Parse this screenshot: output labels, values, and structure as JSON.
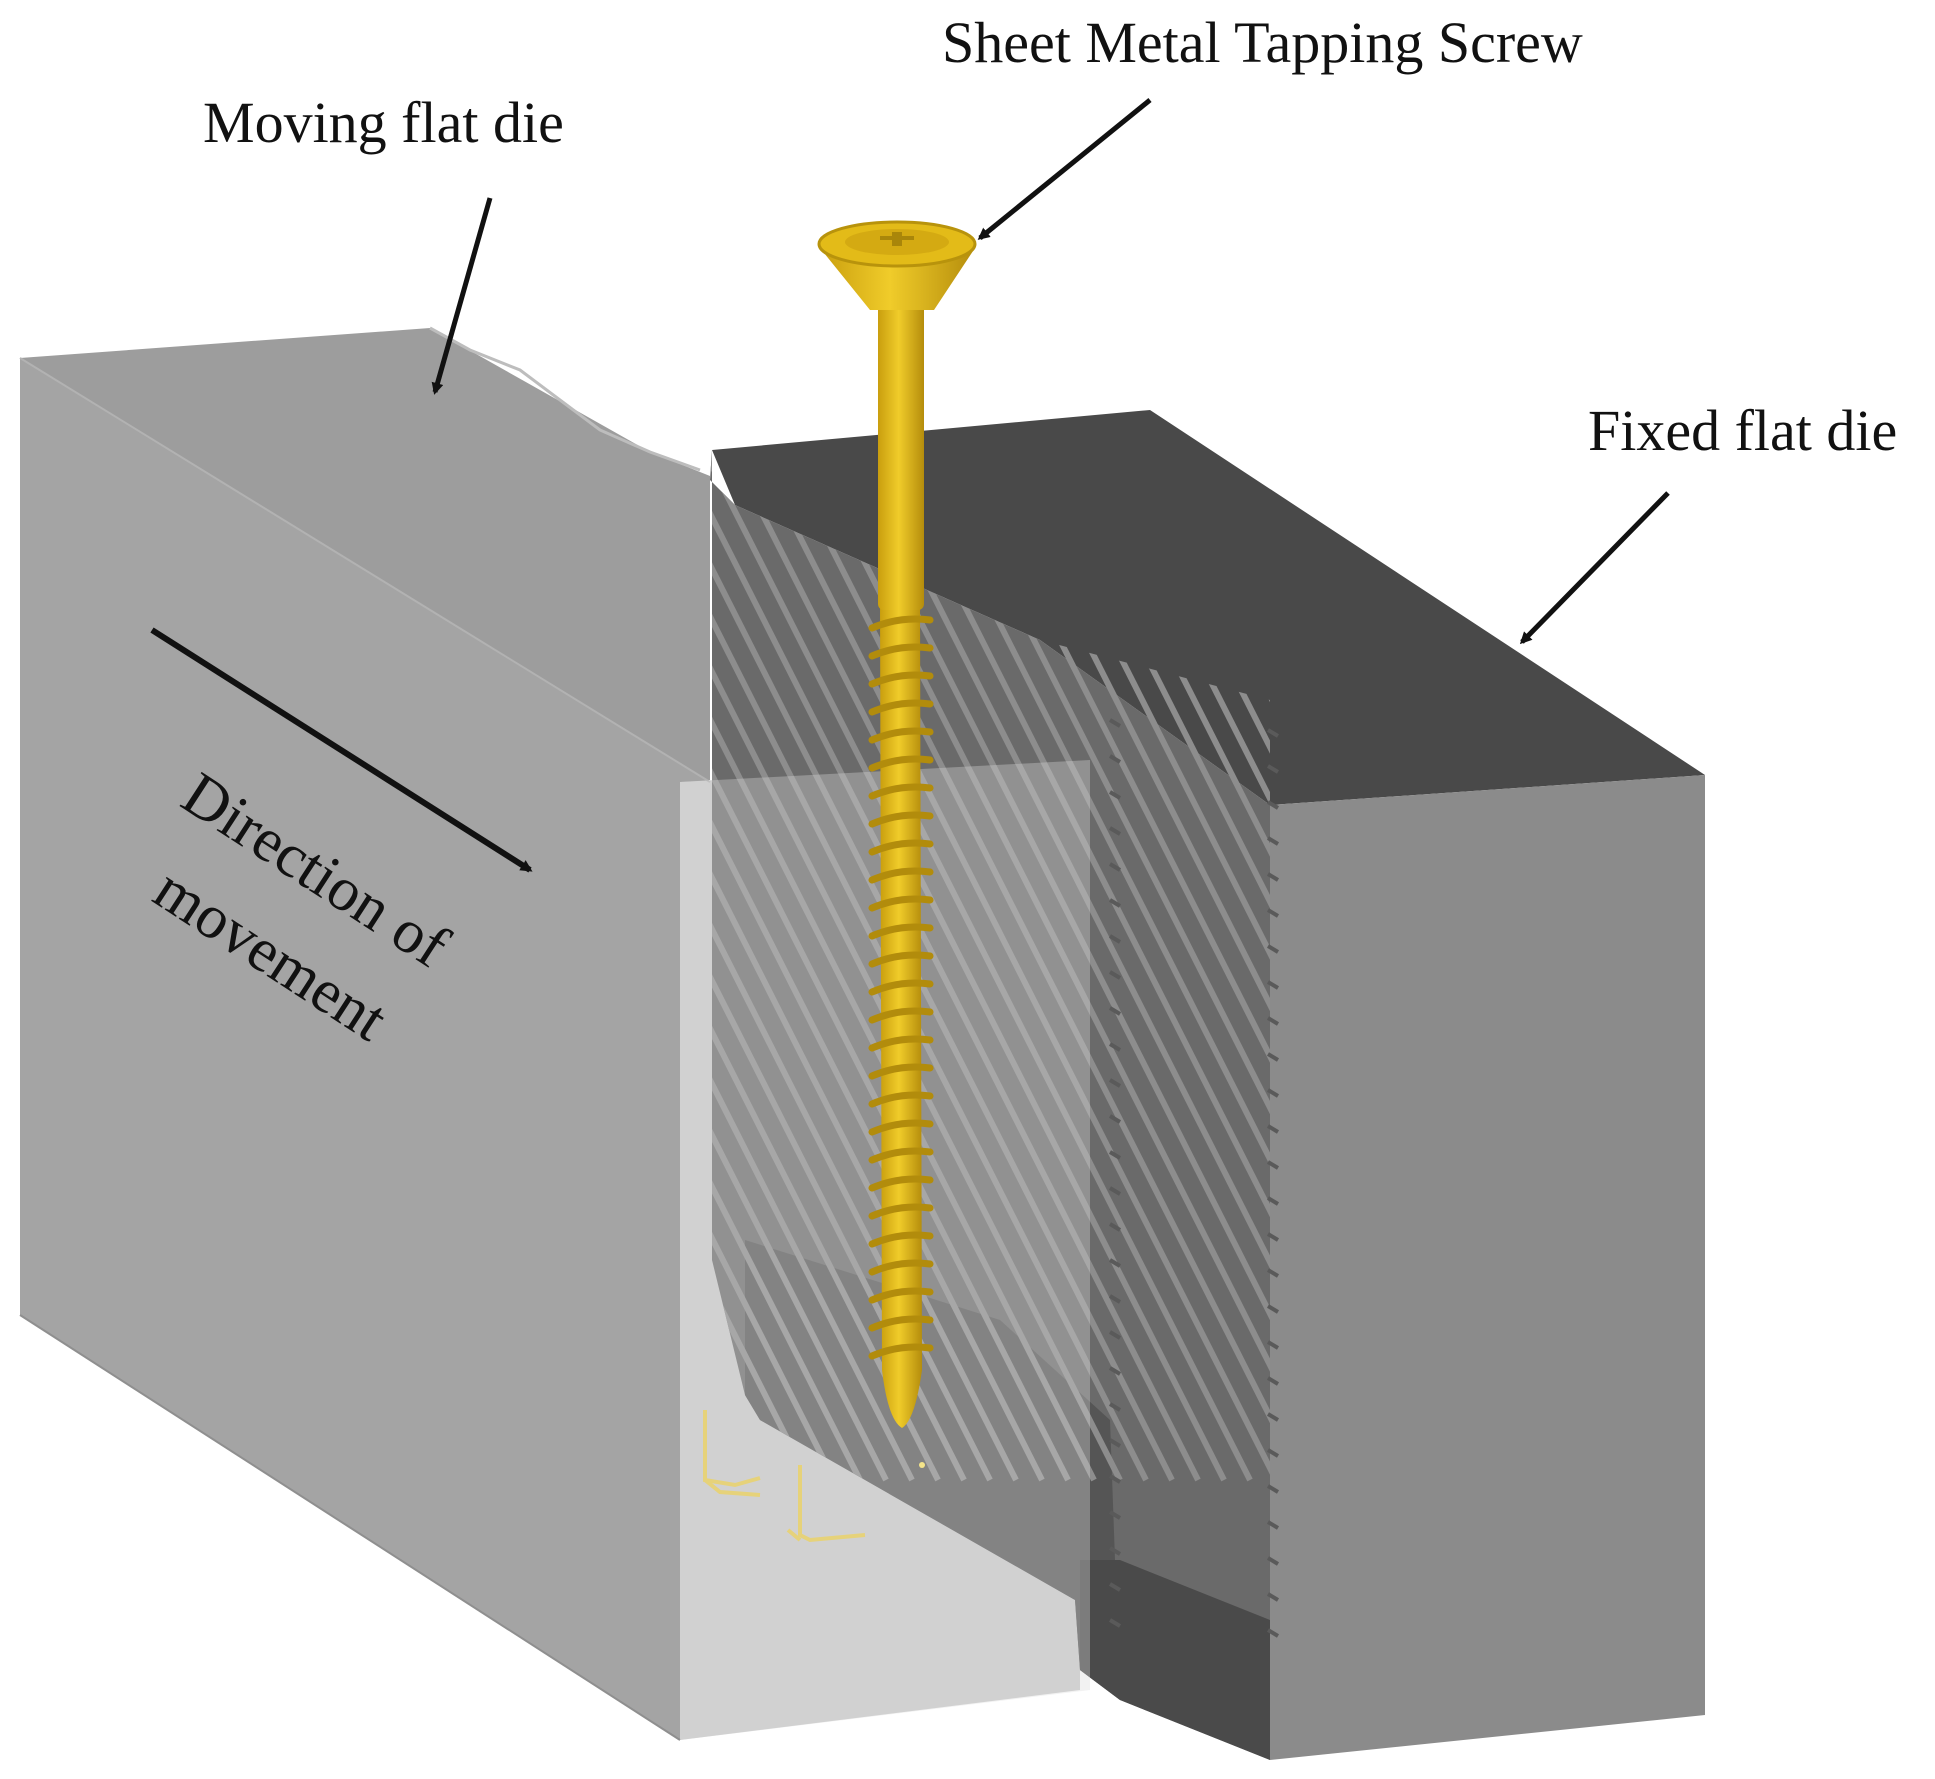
{
  "labels": {
    "screw": "Sheet Metal Tapping Screw",
    "moving_die": "Moving flat die",
    "fixed_die": "Fixed flat die",
    "direction_line1": "Direction of",
    "direction_line2": "movement"
  },
  "colors": {
    "background": "#ffffff",
    "moving_die_top": "#9c9c9c",
    "moving_die_front": "#a6a6a6",
    "moving_die_light": "#cfcfcf",
    "fixed_die_top": "#494949",
    "fixed_die_front": "#8a8a8a",
    "fixed_die_face": "#6a6a6a",
    "thread_line": "#8c8c8c",
    "screw": "#e8c21c",
    "screw_shade": "#b89410",
    "arrow": "#111111"
  },
  "icons": {
    "axis_triad": "axis-triad-icon"
  }
}
